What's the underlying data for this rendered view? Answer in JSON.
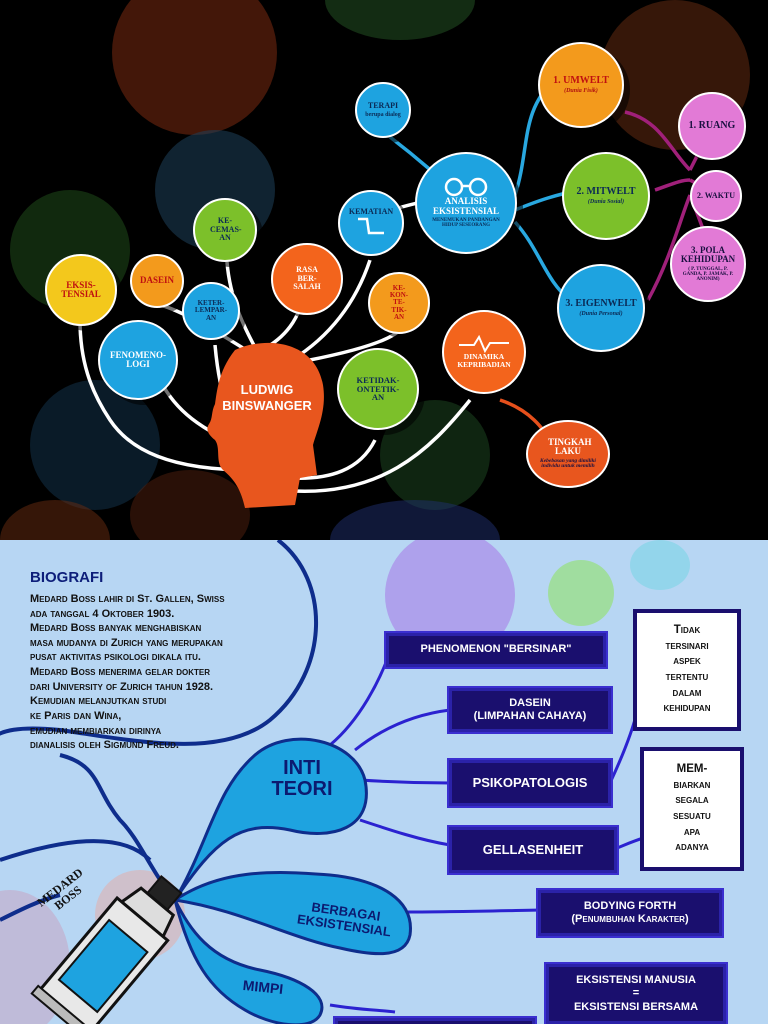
{
  "top": {
    "center": "LUDWIG\nBINSWANGER",
    "nodes": {
      "umwelt": {
        "title": "1. UMWELT",
        "sub": "(Dunia Fisik)"
      },
      "mitwelt": {
        "title": "2. MITWELT",
        "sub": "(Dunia Sosial)"
      },
      "eigenwelt": {
        "title": "3. EIGENWELT",
        "sub": "(Dunia Personal)"
      },
      "ruang": {
        "title": "1. RUANG"
      },
      "waktu": {
        "title": "2. WAKTU"
      },
      "pola": {
        "title": "3. POLA KEHIDUPAN",
        "sub": "( P. TUNGGAL, P. GANDA, P. JAMAK, P. ANONIM)"
      },
      "terapi": {
        "title": "TERAPI",
        "sub": "berupa dialog"
      },
      "analisis": {
        "title": "ANALISIS EKSISTENSIAL",
        "sub": "MENEMUKAN PANDANGAN HIDUP SESEORANG"
      },
      "kematian": {
        "title": "KEMATIAN"
      },
      "kecemasan": {
        "title": "KE-CEMAS-AN"
      },
      "dasein": {
        "title": "DASEIN"
      },
      "eksistensial": {
        "title": "EKSIS-TENSIAL"
      },
      "rasabersalah": {
        "title": "RASA BER-SALAH"
      },
      "keterlemparan": {
        "title": "KETER-LEMPAR-AN"
      },
      "kontetikan": {
        "title": "KE-KON-TE-TIK-AN"
      },
      "fenomenologi": {
        "title": "FENOMENO-LOGI"
      },
      "dinamika": {
        "title": "DINAMIKA KEPRIBADIAN"
      },
      "ketidakontetikan": {
        "title": "KETIDAK-ONTETIK-AN"
      },
      "tingkahlaku": {
        "title": "TINGKAH LAKU",
        "sub": "Kebebasan yang dimiliki individu untuk memilih"
      }
    }
  },
  "bottom": {
    "bio_title": "BIOGRAFI",
    "bio_lines": [
      "Medard Boss lahir di St. Gallen, Swiss",
      "ada tanggal 4 Oktober 1903.",
      "Medard Boss banyak menghabiskan",
      "masa mudanya di Zurich yang merupakan",
      "pusat aktivitas psikologi dikala itu.",
      "Medard Boss menerima gelar dokter",
      "dari University of Zurich tahun 1928.",
      "Kemudian melanjutkan studi",
      "ke Paris dan Wina,",
      "emudian membiarkan dirinya",
      "dianalisis oleh Sigmund Freud."
    ],
    "inti_teori": "INTI\nTEORI",
    "berbagai": "BERBAGAI\nEKSISTENSIAL",
    "mimpi": "MIMPI",
    "tube_label": "MEDARD\nBOSS",
    "boxes": {
      "phenomenon": "PHENOMENON \"BERSINAR\"",
      "dasein": "DASEIN\n(LIMPAHAN CAHAYA)",
      "psikopatologis": "PSIKOPATOLOGIS",
      "gellasenheit": "GELLASENHEIT",
      "bodying": "BODYING FORTH\n(Penumbuhan Karakter)",
      "eksistensi": "EKSISTENSI MANUSIA\n=\nEKSISTENSI BERSAMA"
    },
    "notes": {
      "tidak": "Tidak\ntersinari\naspek\ntertentu\ndalam\nkehidupan",
      "membiarkan": "MEM-\nbiarkan\nsegala\nsesuatu\napa\nadanya"
    }
  }
}
